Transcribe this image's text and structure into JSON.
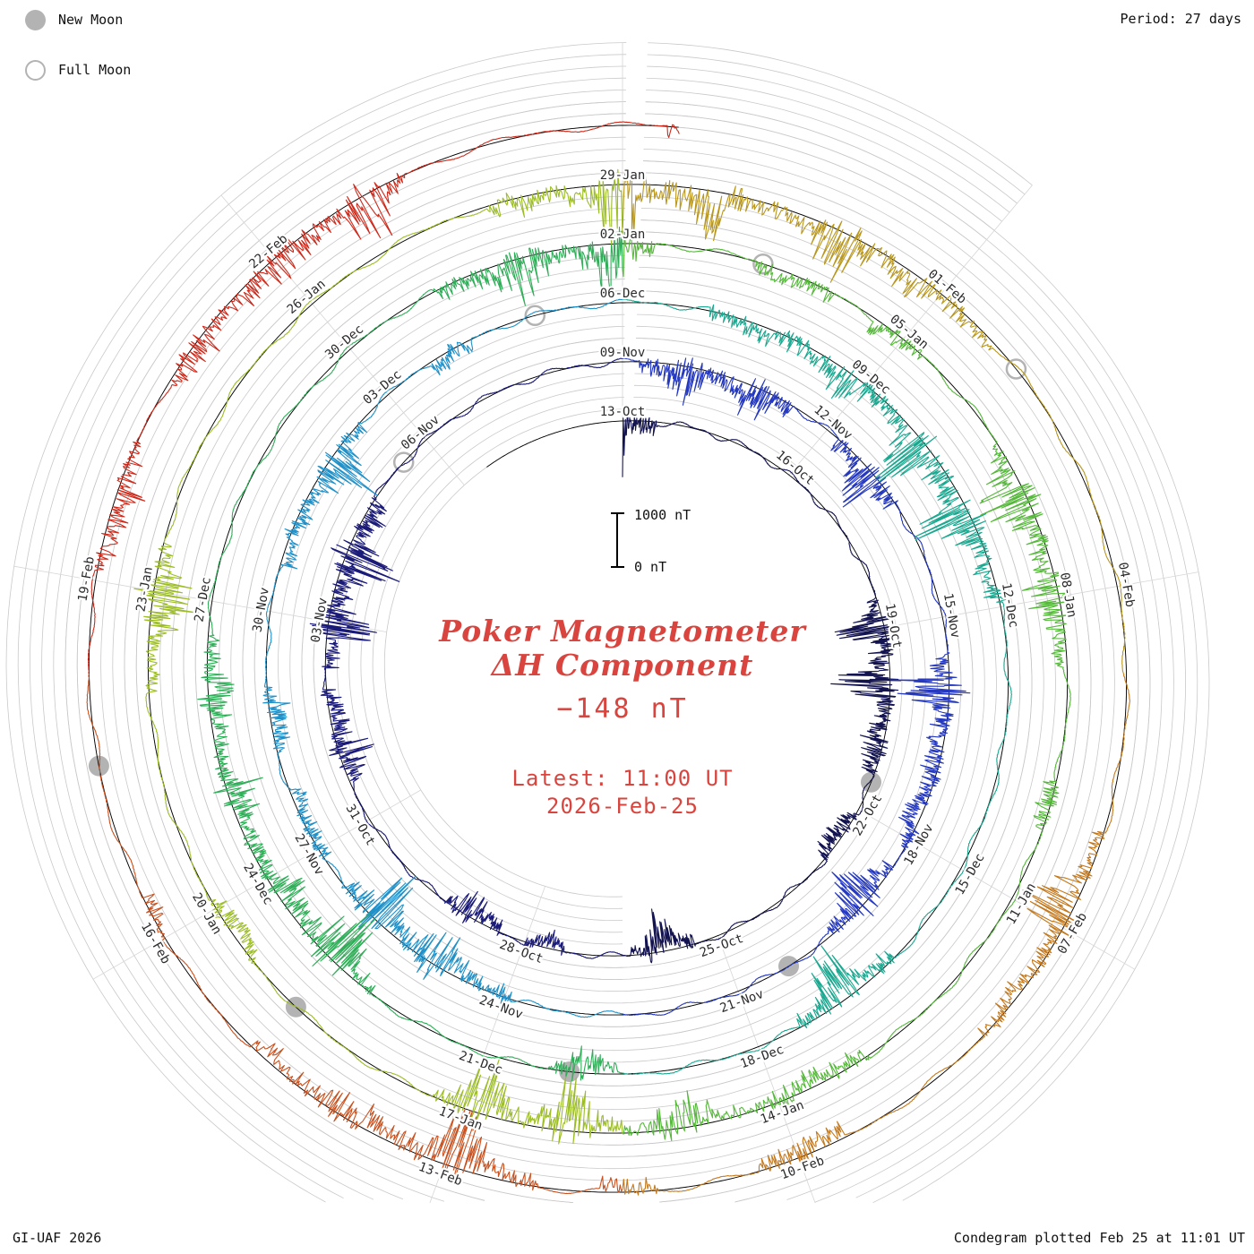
{
  "legend": {
    "new_moon_label": "New Moon",
    "full_moon_label": "Full Moon"
  },
  "header": {
    "period_label": "Period: 27 days"
  },
  "footer": {
    "credit": "GI-UAF 2026",
    "plotted": "Condegram plotted Feb 25 at 11:01 UT"
  },
  "center": {
    "title_line1": "Poker Magnetometer",
    "title_line2": "ΔH Component",
    "current_value": "−148 nT",
    "latest_line1": "Latest: 11:00 UT",
    "latest_line2": "2026-Feb-25"
  },
  "scale_bar": {
    "top_label": "1000 nT",
    "bottom_label": "0 nT"
  },
  "colors": {
    "accent_red": "#d9453e",
    "grid": "#c9c9c9",
    "spoke": "#d6d6d6",
    "baseline": "#000000",
    "moon_gray": "#b3b3b3",
    "label_text": "#2b2b2b"
  },
  "chart_data": {
    "type": "condegram-spiral",
    "instrument": "Poker Magnetometer",
    "component": "ΔH",
    "period_days": 27,
    "start_date": "2025-10-13",
    "latest": "2026-02-25 11:00 UT",
    "latest_value_nT": -148,
    "ring_span_nT": 1000,
    "grid_step_nT": 200,
    "days_plotted": 135.458,
    "date_labels": [
      {
        "t": 0,
        "label": "13-Oct"
      },
      {
        "t": 3,
        "label": "16-Oct"
      },
      {
        "t": 6,
        "label": "19-Oct"
      },
      {
        "t": 9,
        "label": "22-Oct"
      },
      {
        "t": 12,
        "label": "25-Oct"
      },
      {
        "t": 15,
        "label": "28-Oct"
      },
      {
        "t": 18,
        "label": "31-Oct"
      },
      {
        "t": 21,
        "label": "03-Nov"
      },
      {
        "t": 24,
        "label": "06-Nov"
      },
      {
        "t": 27,
        "label": "09-Nov"
      },
      {
        "t": 30,
        "label": "12-Nov"
      },
      {
        "t": 33,
        "label": "15-Nov"
      },
      {
        "t": 36,
        "label": "18-Nov"
      },
      {
        "t": 39,
        "label": "21-Nov"
      },
      {
        "t": 42,
        "label": "24-Nov"
      },
      {
        "t": 45,
        "label": "27-Nov"
      },
      {
        "t": 48,
        "label": "30-Nov"
      },
      {
        "t": 51,
        "label": "03-Dec"
      },
      {
        "t": 54,
        "label": "06-Dec"
      },
      {
        "t": 57,
        "label": "09-Dec"
      },
      {
        "t": 60,
        "label": "12-Dec"
      },
      {
        "t": 63,
        "label": "15-Dec"
      },
      {
        "t": 66,
        "label": "18-Dec"
      },
      {
        "t": 69,
        "label": "21-Dec"
      },
      {
        "t": 72,
        "label": "24-Dec"
      },
      {
        "t": 75,
        "label": "27-Dec"
      },
      {
        "t": 78,
        "label": "30-Dec"
      },
      {
        "t": 81,
        "label": "02-Jan"
      },
      {
        "t": 84,
        "label": "05-Jan"
      },
      {
        "t": 87,
        "label": "08-Jan"
      },
      {
        "t": 90,
        "label": "11-Jan"
      },
      {
        "t": 93,
        "label": "14-Jan"
      },
      {
        "t": 96,
        "label": "17-Jan"
      },
      {
        "t": 99,
        "label": "20-Jan"
      },
      {
        "t": 102,
        "label": "23-Jan"
      },
      {
        "t": 105,
        "label": "26-Jan"
      },
      {
        "t": 108,
        "label": "29-Jan"
      },
      {
        "t": 111,
        "label": "01-Feb"
      },
      {
        "t": 114,
        "label": "04-Feb"
      },
      {
        "t": 117,
        "label": "07-Feb"
      },
      {
        "t": 120,
        "label": "10-Feb"
      },
      {
        "t": 123,
        "label": "13-Feb"
      },
      {
        "t": 126,
        "label": "16-Feb"
      },
      {
        "t": 129,
        "label": "19-Feb"
      },
      {
        "t": 132,
        "label": "22-Feb"
      }
    ],
    "color_segments": [
      {
        "t": 0,
        "color": "#131350"
      },
      {
        "t": 13.5,
        "color": "#1a1a78"
      },
      {
        "t": 27,
        "color": "#2438c0"
      },
      {
        "t": 40.5,
        "color": "#2090c8"
      },
      {
        "t": 54,
        "color": "#1ba890"
      },
      {
        "t": 67.5,
        "color": "#2fae58"
      },
      {
        "t": 81,
        "color": "#55b83a"
      },
      {
        "t": 94.5,
        "color": "#9cbd26"
      },
      {
        "t": 108,
        "color": "#b9971e"
      },
      {
        "t": 114.75,
        "color": "#c4791d"
      },
      {
        "t": 121.5,
        "color": "#c9511e"
      },
      {
        "t": 128.25,
        "color": "#ce2a1b"
      }
    ],
    "moon_events": {
      "new": [
        {
          "t": 8.52,
          "date": "2025-10-21"
        },
        {
          "t": 38.28,
          "date": "2025-11-20"
        },
        {
          "t": 68.07,
          "date": "2025-12-20"
        },
        {
          "t": 97.83,
          "date": "2026-01-18"
        },
        {
          "t": 127.5,
          "date": "2026-02-17"
        }
      ],
      "full": [
        {
          "t": 23.55,
          "date": "2025-11-05"
        },
        {
          "t": 52.97,
          "date": "2025-12-04"
        },
        {
          "t": 82.42,
          "date": "2026-01-03"
        },
        {
          "t": 111.92,
          "date": "2026-02-01"
        }
      ]
    }
  }
}
